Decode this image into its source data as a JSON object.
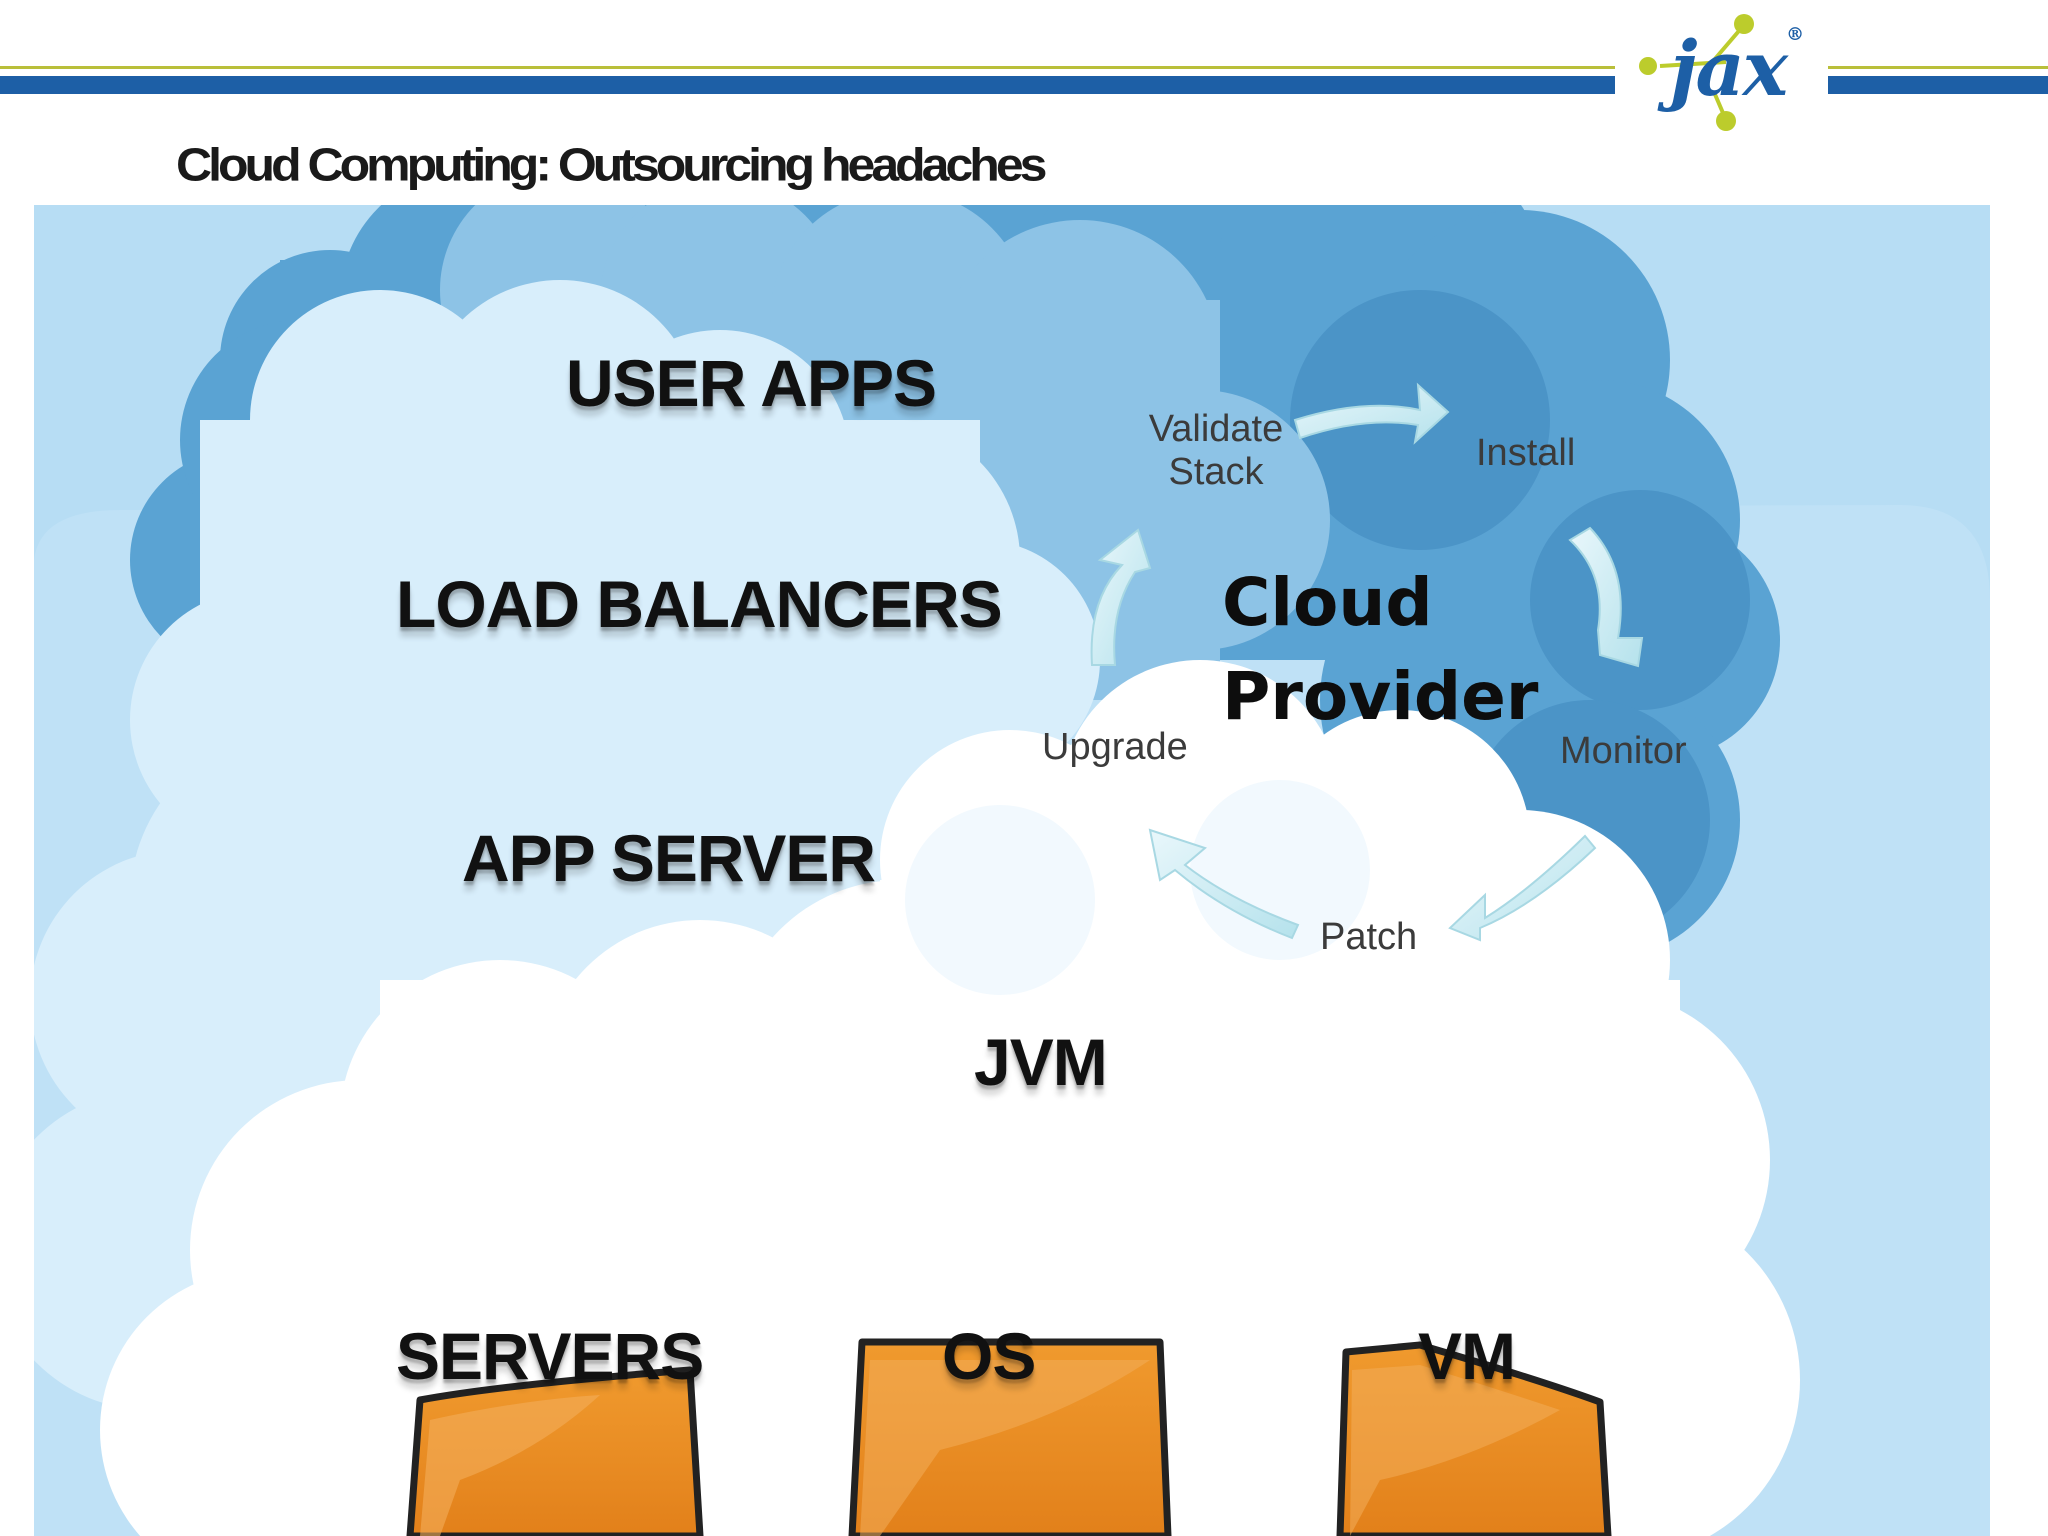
{
  "header": {
    "logo_text": "jax",
    "logo_mark": "®",
    "title": "Cloud Computing: Outsourcing headaches",
    "colors": {
      "line_blue": "#1d5fa6",
      "line_olive": "#b9bf3a",
      "logo_dot": "#bccc2c"
    }
  },
  "layers": {
    "user_apps": "USER APPS",
    "load_balancers": "LOAD BALANCERS",
    "app_server": "APP SERVER",
    "jvm": "JVM",
    "servers": "SERVERS",
    "os": "OS",
    "vm": "VM"
  },
  "cycle": {
    "validate_line1": "Validate",
    "validate_line2": "Stack",
    "install": "Install",
    "monitor": "Monitor",
    "patch": "Patch",
    "upgrade": "Upgrade"
  },
  "provider": {
    "line1": "Cloud",
    "line2": "Provider"
  },
  "colors": {
    "cloud_dark": "#4f9bcc",
    "cloud_mid": "#8ec3e6",
    "cloud_light": "#c6e3f6",
    "cloud_white": "#ffffff",
    "server_orange": "#e8891e"
  }
}
